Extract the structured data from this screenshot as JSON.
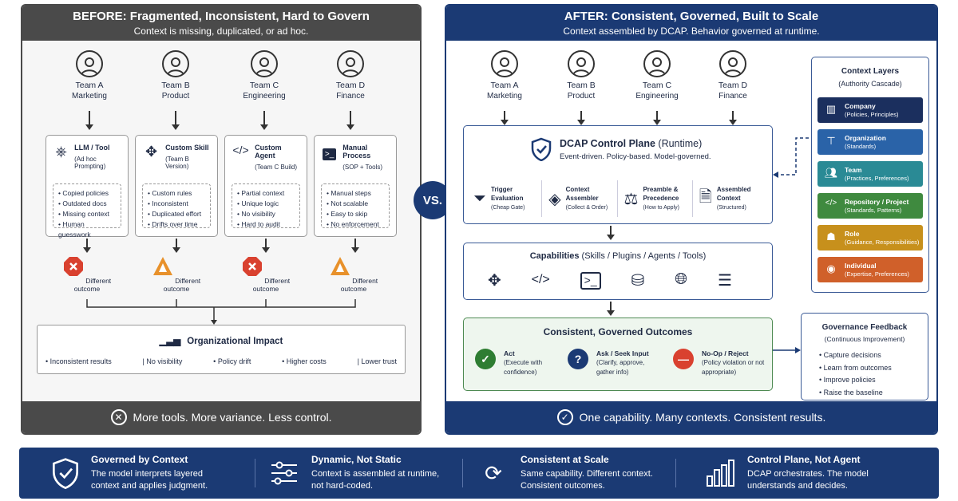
{
  "before": {
    "title": "BEFORE: Fragmented, Inconsistent, Hard to Govern",
    "subtitle": "Context is missing, duplicated, or ad hoc.",
    "teams": [
      {
        "name": "Team A",
        "dept": "Marketing"
      },
      {
        "name": "Team B",
        "dept": "Product"
      },
      {
        "name": "Team C",
        "dept": "Engineering"
      },
      {
        "name": "Team D",
        "dept": "Finance"
      }
    ],
    "tools": [
      {
        "name": "LLM / Tool",
        "sub": "(Ad hoc Prompting)",
        "icon": "brain-icon",
        "items": [
          "Copied policies",
          "Outdated docs",
          "Missing context",
          "Human guesswork"
        ]
      },
      {
        "name": "Custom Skill",
        "sub": "(Team B Version)",
        "icon": "puzzle-icon",
        "items": [
          "Custom rules",
          "Inconsistent",
          "Duplicated effort",
          "Drifts over time"
        ]
      },
      {
        "name": "Custom Agent",
        "sub": "(Team C Build)",
        "icon": "code-icon",
        "items": [
          "Partial context",
          "Unique logic",
          "No visibility",
          "Hard to audit"
        ]
      },
      {
        "name": "Manual Process",
        "sub": "(SOP + Tools)",
        "icon": "terminal-icon",
        "items": [
          "Manual steps",
          "Not scalable",
          "Easy to skip",
          "No enforcement"
        ]
      }
    ],
    "outcomes": [
      {
        "label": "Different outcome",
        "kind": "error",
        "color": "#d9412f"
      },
      {
        "label": "Different outcome",
        "kind": "warning",
        "color": "#e8912b"
      },
      {
        "label": "Different outcome",
        "kind": "error",
        "color": "#d9412f"
      },
      {
        "label": "Different outcome",
        "kind": "warning",
        "color": "#e8912b"
      }
    ],
    "impact": {
      "title": "Organizational Impact",
      "items": [
        "Inconsistent results",
        "No visibility",
        "Policy drift",
        "Higher costs",
        "Lower trust"
      ]
    },
    "footer": "More tools. More variance. Less control.",
    "footer_icon": "x-circle-icon"
  },
  "vs_label": "VS.",
  "after": {
    "title": "AFTER: Consistent, Governed, Built to Scale",
    "subtitle": "Context assembled by DCAP. Behavior governed at runtime.",
    "teams": [
      {
        "name": "Team A",
        "dept": "Marketing"
      },
      {
        "name": "Team B",
        "dept": "Product"
      },
      {
        "name": "Team C",
        "dept": "Engineering"
      },
      {
        "name": "Team D",
        "dept": "Finance"
      }
    ],
    "dcap": {
      "title": "DCAP Control Plane",
      "title_suffix": "(Runtime)",
      "subtitle": "Event-driven. Policy-based. Model-governed.",
      "steps": [
        {
          "name": "Trigger Evaluation",
          "sub": "(Cheap Gate)",
          "icon": "funnel-icon"
        },
        {
          "name": "Context Assembler",
          "sub": "(Collect & Order)",
          "icon": "layers-icon"
        },
        {
          "name": "Preamble & Precedence",
          "sub": "(How to Apply)",
          "icon": "scales-icon"
        },
        {
          "name": "Assembled Context",
          "sub": "(Structured)",
          "icon": "document-icon"
        }
      ]
    },
    "capabilities": {
      "title": "Capabilities",
      "title_suffix": "(Skills / Plugins / Agents / Tools)",
      "icons": [
        "puzzle-icon",
        "code-icon",
        "terminal-icon",
        "database-icon",
        "globe-icon",
        "sliders-icon"
      ]
    },
    "outcomes": {
      "title": "Consistent, Governed Outcomes",
      "items": [
        {
          "name": "Act",
          "desc": "(Execute with confidence)",
          "icon": "check-icon",
          "color": "#2e7d32"
        },
        {
          "name": "Ask / Seek Input",
          "desc": "(Clarify, approve, gather info)",
          "icon": "question-icon",
          "color": "#1b3a74"
        },
        {
          "name": "No-Op / Reject",
          "desc": "(Policy violation or not appropriate)",
          "icon": "minus-icon",
          "color": "#d9412f"
        }
      ]
    },
    "layers": {
      "title": "Context Layers",
      "subtitle": "(Authority Cascade)",
      "items": [
        {
          "name": "Company",
          "sub": "(Policies, Principles)",
          "color": "#1b2f5e",
          "icon": "building-icon"
        },
        {
          "name": "Organization",
          "sub": "(Standards)",
          "color": "#2a63a8",
          "icon": "org-chart-icon"
        },
        {
          "name": "Team",
          "sub": "(Practices, Preferences)",
          "color": "#2a8a95",
          "icon": "team-icon"
        },
        {
          "name": "Repository / Project",
          "sub": "(Standards, Patterns)",
          "color": "#3f8a3f",
          "icon": "code-icon"
        },
        {
          "name": "Role",
          "sub": "(Guidance, Responsibilities)",
          "color": "#c7901c",
          "icon": "role-icon"
        },
        {
          "name": "Individual",
          "sub": "(Expertise, Preferences)",
          "color": "#d0602a",
          "icon": "person-icon"
        }
      ]
    },
    "governance": {
      "title": "Governance Feedback",
      "subtitle": "(Continuous Improvement)",
      "items": [
        "Capture decisions",
        "Learn from outcomes",
        "Improve policies",
        "Raise the baseline"
      ]
    },
    "footer": "One capability. Many contexts. Consistent results.",
    "footer_icon": "check-circle-icon"
  },
  "bottom": [
    {
      "title": "Governed by Context",
      "desc1": "The model interprets layered",
      "desc2": "context and applies judgment.",
      "icon": "shield-check-icon"
    },
    {
      "title": "Dynamic, Not Static",
      "desc1": "Context is assembled at runtime,",
      "desc2": "not hard-coded.",
      "icon": "sliders-icon"
    },
    {
      "title": "Consistent at Scale",
      "desc1": "Same capability. Different context.",
      "desc2": "Consistent outcomes.",
      "icon": "refresh-icon"
    },
    {
      "title": "Control Plane, Not Agent",
      "desc1": "DCAP orchestrates. The model",
      "desc2": "understands and decides.",
      "icon": "bar-chart-icon"
    }
  ]
}
